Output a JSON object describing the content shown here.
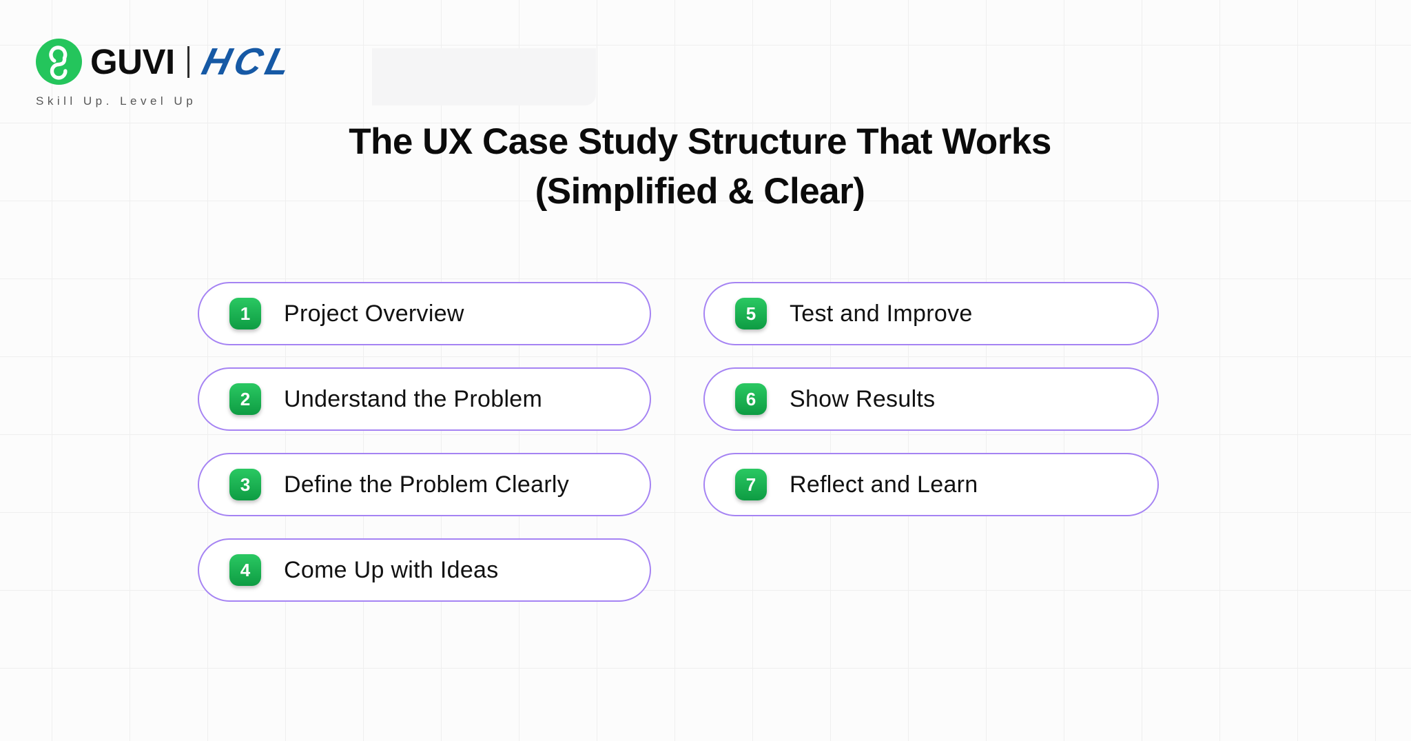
{
  "page": {
    "background_color": "#FCFCFC",
    "grid_line_color": "#EFEFEF"
  },
  "header": {
    "logo": {
      "icon": "guvi-g-icon",
      "guvi_text": "GUVI",
      "partner_text": "HCL",
      "tagline": "Skill Up. Level Up",
      "guvi_green": "#24C55C",
      "hcl_blue": "#1659A5"
    }
  },
  "title": {
    "line1": "The UX Case Study Structure That Works",
    "line2": "(Simplified & Clear)"
  },
  "steps": [
    {
      "number": "1",
      "label": "Project Overview"
    },
    {
      "number": "2",
      "label": "Understand the Problem"
    },
    {
      "number": "3",
      "label": "Define the Problem Clearly"
    },
    {
      "number": "4",
      "label": "Come Up with Ideas"
    },
    {
      "number": "5",
      "label": "Test and Improve"
    },
    {
      "number": "6",
      "label": "Show Results"
    },
    {
      "number": "7",
      "label": "Reflect and Learn"
    }
  ],
  "style": {
    "pill_border_color": "#A583F3",
    "pill_background": "#FFFFFF",
    "badge_gradient_top": "#2AC862",
    "badge_gradient_bottom": "#0E9C43",
    "badge_number_color": "#FFFFFF"
  }
}
